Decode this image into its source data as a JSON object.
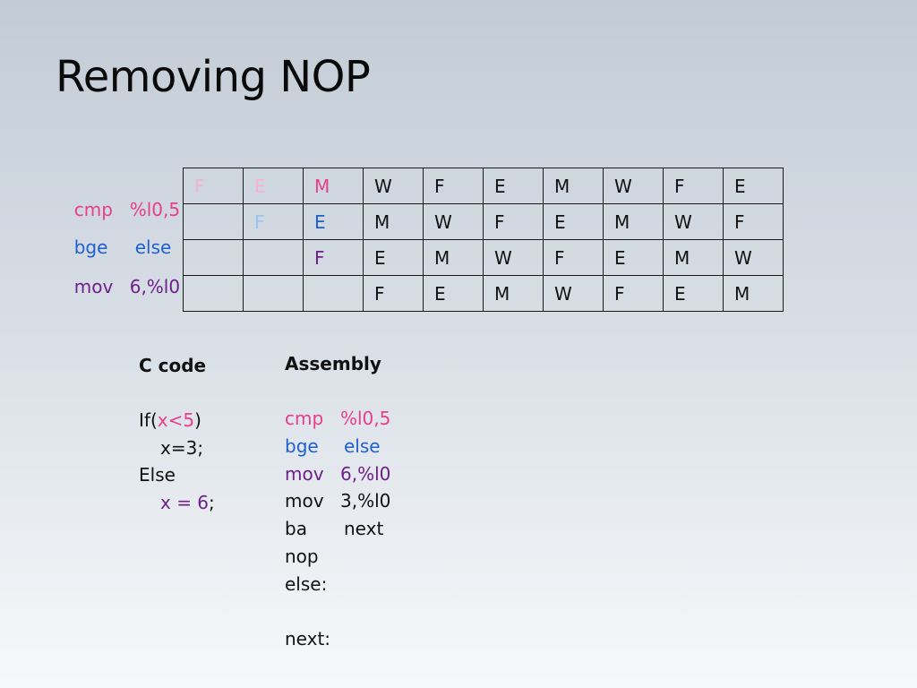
{
  "slide": {
    "title": "Removing NOP"
  },
  "colors": {
    "pink": "#e83e8c",
    "light_pink": "#f6b0d2",
    "blue": "#1f5fcf",
    "light_blue": "#9cc2ee",
    "purple": "#6e1f8a",
    "black": "#111111"
  },
  "instructions": [
    {
      "op": "cmp",
      "arg": "%l0,5",
      "color": "#e83e8c"
    },
    {
      "op": "bge",
      "arg": "else",
      "color": "#1f5fcf"
    },
    {
      "op": "mov",
      "arg": "6,%l0",
      "color": "#6e1f8a"
    }
  ],
  "pipeline": {
    "rows": [
      [
        {
          "t": "F",
          "c": "#f6b0d2"
        },
        {
          "t": "E",
          "c": "#f6b0d2"
        },
        {
          "t": "M",
          "c": "#e83e8c"
        },
        {
          "t": "W",
          "c": "#111111"
        },
        {
          "t": "F",
          "c": "#111111"
        },
        {
          "t": "E",
          "c": "#111111"
        },
        {
          "t": "M",
          "c": "#111111"
        },
        {
          "t": "W",
          "c": "#111111"
        },
        {
          "t": "F",
          "c": "#111111"
        },
        {
          "t": "E",
          "c": "#111111"
        }
      ],
      [
        {
          "t": "",
          "c": "#111111"
        },
        {
          "t": "F",
          "c": "#9cc2ee"
        },
        {
          "t": "E",
          "c": "#1f5fcf"
        },
        {
          "t": "M",
          "c": "#111111"
        },
        {
          "t": "W",
          "c": "#111111"
        },
        {
          "t": "F",
          "c": "#111111"
        },
        {
          "t": "E",
          "c": "#111111"
        },
        {
          "t": "M",
          "c": "#111111"
        },
        {
          "t": "W",
          "c": "#111111"
        },
        {
          "t": "F",
          "c": "#111111"
        }
      ],
      [
        {
          "t": "",
          "c": "#111111"
        },
        {
          "t": "",
          "c": "#111111"
        },
        {
          "t": "F",
          "c": "#6e1f8a"
        },
        {
          "t": "E",
          "c": "#111111"
        },
        {
          "t": "M",
          "c": "#111111"
        },
        {
          "t": "W",
          "c": "#111111"
        },
        {
          "t": "F",
          "c": "#111111"
        },
        {
          "t": "E",
          "c": "#111111"
        },
        {
          "t": "M",
          "c": "#111111"
        },
        {
          "t": "W",
          "c": "#111111"
        }
      ],
      [
        {
          "t": "",
          "c": "#111111"
        },
        {
          "t": "",
          "c": "#111111"
        },
        {
          "t": "",
          "c": "#111111"
        },
        {
          "t": "F",
          "c": "#111111"
        },
        {
          "t": "E",
          "c": "#111111"
        },
        {
          "t": "M",
          "c": "#111111"
        },
        {
          "t": "W",
          "c": "#111111"
        },
        {
          "t": "F",
          "c": "#111111"
        },
        {
          "t": "E",
          "c": "#111111"
        },
        {
          "t": "M",
          "c": "#111111"
        }
      ]
    ]
  },
  "c_code": {
    "heading": "C code",
    "if_kw": "If(",
    "cond": "x<5",
    "close": ")",
    "then_stmt": "x=3;",
    "else_kw": "Else",
    "else_stmt": "x = 6",
    "else_semi": ";"
  },
  "assembly": {
    "heading": "Assembly",
    "lines": [
      {
        "op": "cmp",
        "arg": "%l0,5",
        "color": "#e83e8c"
      },
      {
        "op": "bge",
        "arg": "else",
        "color": "#1f5fcf"
      },
      {
        "op": "mov",
        "arg": "6,%l0",
        "color": "#6e1f8a"
      },
      {
        "op": "mov",
        "arg": "3,%l0",
        "color": "#111111"
      },
      {
        "op": "ba",
        "arg": "next",
        "color": "#111111"
      },
      {
        "op": "nop",
        "arg": "",
        "color": "#111111"
      },
      {
        "op": "else:",
        "arg": "",
        "color": "#111111"
      },
      {
        "op": "",
        "arg": "",
        "color": "#111111"
      },
      {
        "op": "next:",
        "arg": "",
        "color": "#111111"
      }
    ]
  }
}
